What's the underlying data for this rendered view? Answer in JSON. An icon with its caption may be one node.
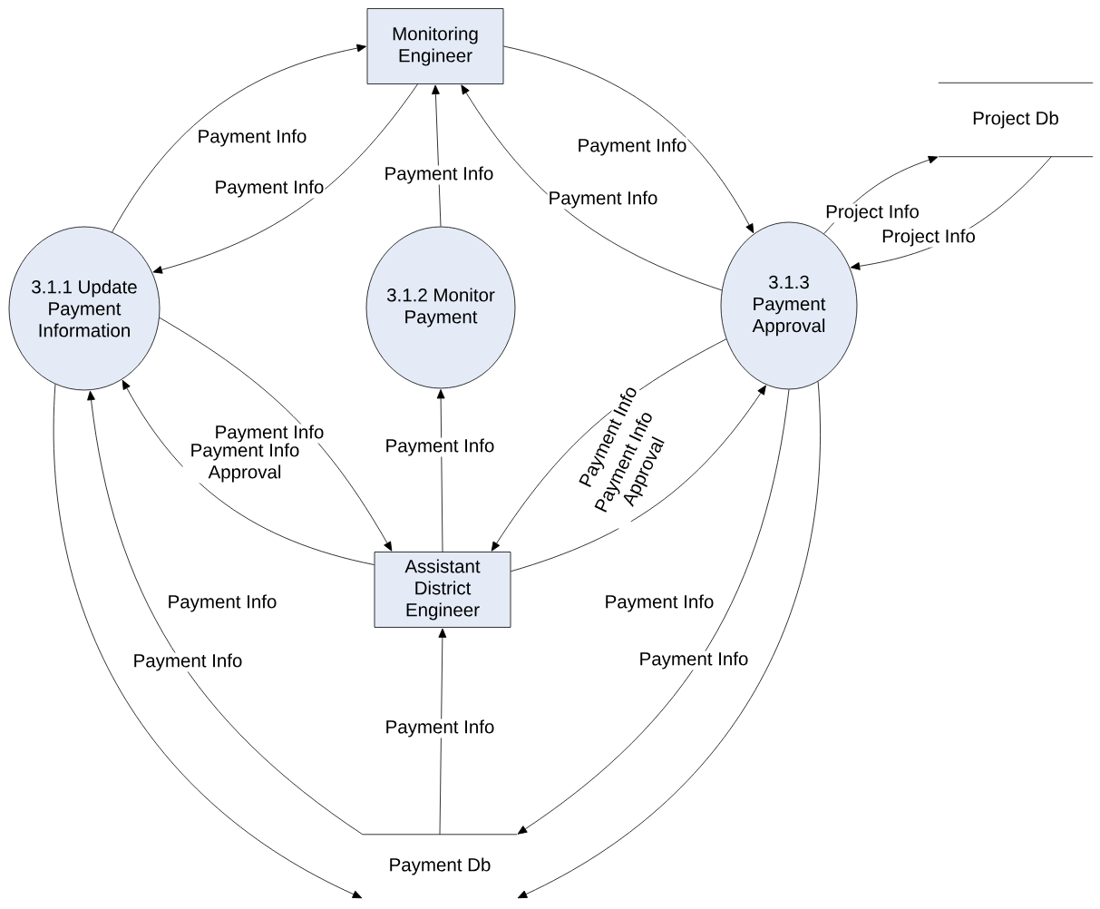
{
  "diagram": {
    "nodes": [
      {
        "text": [
          "Monitoring Engineer"
        ]
      },
      {
        "text": [
          "Project Db"
        ]
      },
      {
        "text": [
          "3.1.1 Update Payment Information"
        ]
      },
      {
        "text": [
          "3.1.2 Monitor Payment"
        ]
      },
      {
        "text": [
          "3.1.3 Payment Approval"
        ]
      },
      {
        "text": [
          "Assistant District Engineer"
        ]
      },
      {
        "text": [
          "Payment Db"
        ]
      }
    ],
    "edges": [
      {
        "from": 2,
        "to": 0,
        "arrow": "to",
        "label": "Payment Info"
      },
      {
        "from": 0,
        "to": 2,
        "arrow": "to",
        "label": "Payment Info"
      },
      {
        "from": 3,
        "to": 0,
        "arrow": "to",
        "label": "Payment Info"
      },
      {
        "from": 0,
        "to": 4,
        "arrow": "to",
        "label": "Payment Info"
      },
      {
        "from": 4,
        "to": 0,
        "arrow": "to",
        "label": "Payment Info"
      },
      {
        "from": 4,
        "to": 1,
        "arrow": "to",
        "label": "Project Info"
      },
      {
        "from": 1,
        "to": 4,
        "arrow": "to",
        "label": "Project Info"
      },
      {
        "from": 2,
        "to": 5,
        "arrow": "to",
        "label": "Payment Info"
      },
      {
        "from": 5,
        "to": 2,
        "arrow": "to",
        "label": "Payment Info Approval"
      },
      {
        "from": 5,
        "to": 3,
        "arrow": "to",
        "label": "Payment Info"
      },
      {
        "from": 4,
        "to": 5,
        "arrow": "to",
        "label": "Payment Info"
      },
      {
        "from": 5,
        "to": 4,
        "arrow": "to",
        "label": "Payment Info Approval"
      },
      {
        "from": 6,
        "to": 2,
        "arrow": "to",
        "label": "Payment Info"
      },
      {
        "from": 2,
        "to": 6,
        "arrow": "to",
        "label": "Payment Info"
      },
      {
        "from": 6,
        "to": 5,
        "arrow": "to",
        "label": "Payment Info"
      },
      {
        "from": 4,
        "to": 6,
        "arrow": "to",
        "label": "Payment Info"
      },
      {
        "from": 4,
        "to": 6,
        "arrow": "to",
        "label": "Payment Info"
      }
    ]
  }
}
